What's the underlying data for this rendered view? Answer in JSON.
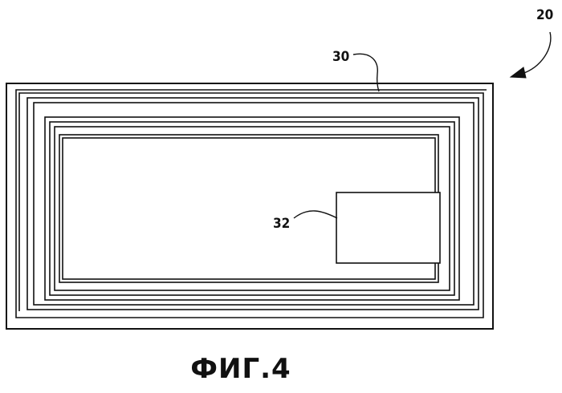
{
  "figure": {
    "caption": "ФИГ.4",
    "labels": {
      "assembly": "20",
      "antenna_coil": "30",
      "chip": "32"
    }
  }
}
